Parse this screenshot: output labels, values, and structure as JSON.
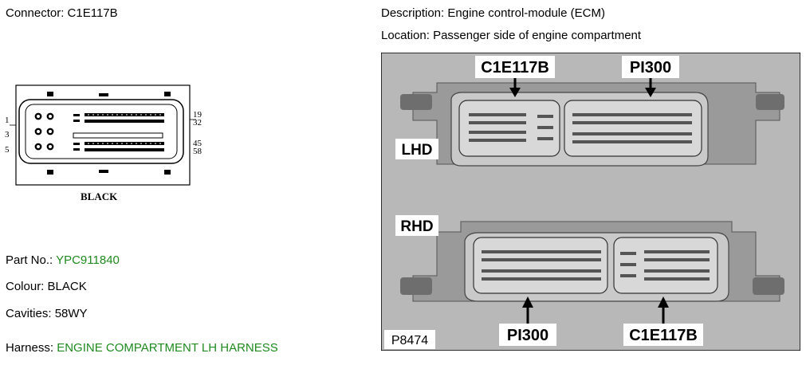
{
  "connector": {
    "label": "Connector:",
    "value": "C1E117B"
  },
  "description": {
    "label": "Description:",
    "value": "Engine control-module (ECM)"
  },
  "location": {
    "label": "Location:",
    "value": "Passenger side of engine compartment"
  },
  "part_no": {
    "label": "Part No.:",
    "value": "YPC911840"
  },
  "colour": {
    "label": "Colour:",
    "value": "BLACK"
  },
  "cavities": {
    "label": "Cavities:",
    "value": "58WY"
  },
  "harness": {
    "label": "Harness:",
    "value": "ENGINE COMPARTMENT LH HARNESS"
  },
  "drawing": {
    "color_label": "BLACK",
    "pin_left": [
      "1",
      "3",
      "5"
    ],
    "pin_right": [
      "19",
      "32",
      "45",
      "58"
    ]
  },
  "photo": {
    "callouts": {
      "lhd_c1e117b": "C1E117B",
      "lhd_pi300": "PI300",
      "rhd_pi300": "PI300",
      "rhd_c1e117b": "C1E117B"
    },
    "lhd": "LHD",
    "rhd": "RHD",
    "figure_id": "P8474"
  },
  "colors": {
    "value_green": "#1f8a1f",
    "photo_bg": "#b8b8b8"
  }
}
